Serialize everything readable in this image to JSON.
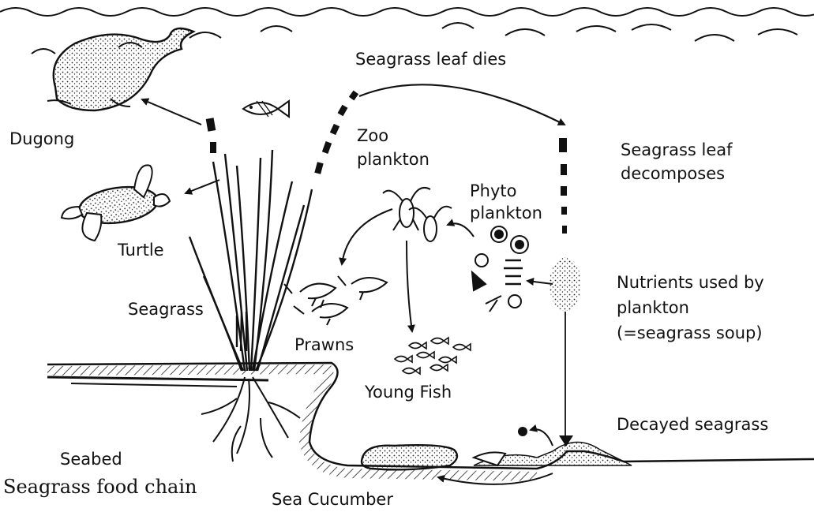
{
  "diagram": {
    "title": "Seagrass food chain",
    "labels": {
      "seagrass_leaf_dies": "Seagrass leaf dies",
      "dugong": "Dugong",
      "zoo_plankton_1": "Zoo",
      "zoo_plankton_2": "plankton",
      "decomposes_1": "Seagrass leaf",
      "decomposes_2": "decomposes",
      "phyto_plankton_1": "Phyto",
      "phyto_plankton_2": "plankton",
      "turtle": "Turtle",
      "nutrients_1": "Nutrients used by",
      "nutrients_2": "plankton",
      "nutrients_3": "(=seagrass soup)",
      "seagrass": "Seagrass",
      "prawns": "Prawns",
      "young_fish": "Young Fish",
      "decayed_seagrass": "Decayed seagrass",
      "seabed": "Seabed",
      "sea_cucumber": "Sea Cucumber"
    },
    "icons": [
      "wave-icon",
      "dugong-icon",
      "turtle-icon",
      "fish-icon",
      "seagrass-icon",
      "zooplankton-icon",
      "phytoplankton-icon",
      "prawn-icon",
      "young-fish-icon",
      "sea-cucumber-icon",
      "nutrient-dots-icon",
      "decayed-seagrass-icon",
      "arrow-icon"
    ]
  }
}
